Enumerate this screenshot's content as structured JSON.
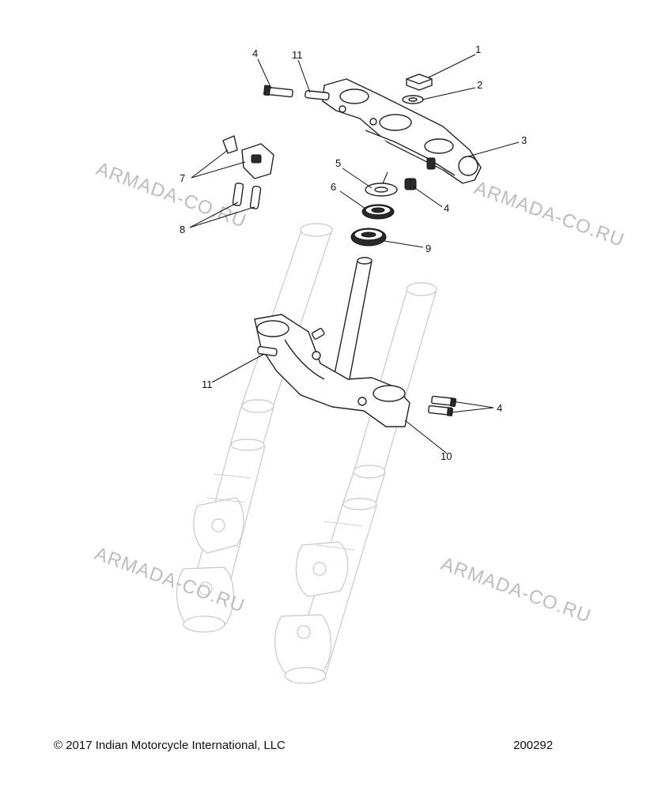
{
  "watermark": "ARMADA-CO.RU",
  "footer": {
    "copyright": "© 2017 Indian Motorcycle International, LLC",
    "diagram_number": "200292"
  },
  "callouts": {
    "c1": "1",
    "c2": "2",
    "c3": "3",
    "c4_top": "4",
    "c4_mid": "4",
    "c4_right": "4",
    "c5": "5",
    "c6": "6",
    "c7": "7",
    "c8": "8",
    "c9": "9",
    "c10": "10",
    "c11_top": "11",
    "c11_low": "11"
  }
}
